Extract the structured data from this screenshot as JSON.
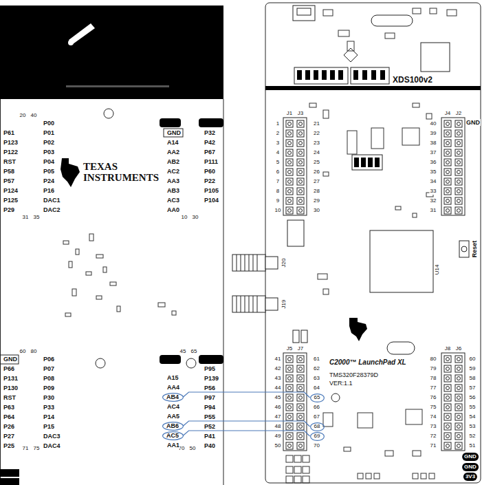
{
  "diagram": {
    "nodes": [
      {
        "text": [
          "AB4"
        ]
      },
      {
        "text": [
          "AB6"
        ]
      },
      {
        "text": [
          "AC5"
        ]
      },
      {
        "text": [
          "65"
        ]
      },
      {
        "text": [
          "68"
        ]
      },
      {
        "text": [
          "69"
        ]
      }
    ],
    "edges": [
      {
        "from": 0,
        "to": 3,
        "arrow": "none"
      },
      {
        "from": 1,
        "to": 4,
        "arrow": "none"
      },
      {
        "from": 2,
        "to": 5,
        "arrow": "none"
      }
    ],
    "labels": [
      "P61",
      "P123",
      "P122",
      "RST",
      "P58",
      "P57",
      "P124",
      "P125",
      "P29",
      "P00",
      "P01",
      "P02",
      "P03",
      "P04",
      "P05",
      "P24",
      "P16",
      "DAC1",
      "DAC2",
      "20",
      "40",
      "31",
      "35",
      "GND",
      "A14",
      "AA2",
      "AB2",
      "AC2",
      "AA3",
      "AB3",
      "AC3",
      "AA0",
      "P32",
      "P42",
      "P67",
      "P111",
      "P60",
      "P22",
      "P105",
      "P104",
      "10",
      "30",
      "TEXAS INSTRUMENTS",
      "GND",
      "P66",
      "P131",
      "P130",
      "RST",
      "P63",
      "P64",
      "P26",
      "P27",
      "P25",
      "P06",
      "P07",
      "P08",
      "P09",
      "P30",
      "P33",
      "P14",
      "P15",
      "DAC3",
      "DAC4",
      "60",
      "80",
      "71",
      "75",
      "45",
      "65",
      "70",
      "50",
      "A15",
      "AA4",
      "AC4",
      "AA5",
      "AA1",
      "P95",
      "P139",
      "P56",
      "P97",
      "P94",
      "P55",
      "P52",
      "P41",
      "P40",
      "XDS100v2",
      "1",
      "2",
      "3",
      "4",
      "5",
      "6",
      "7",
      "8",
      "9",
      "10",
      "21",
      "22",
      "23",
      "24",
      "25",
      "26",
      "27",
      "28",
      "29",
      "30",
      "40",
      "39",
      "38",
      "37",
      "36",
      "35",
      "34",
      "33",
      "32",
      "31",
      "GND",
      "J1",
      "J3",
      "J4",
      "J2",
      "41",
      "42",
      "43",
      "44",
      "45",
      "46",
      "47",
      "48",
      "49",
      "50",
      "61",
      "62",
      "63",
      "64",
      "66",
      "67",
      "70",
      "80",
      "79",
      "78",
      "77",
      "76",
      "75",
      "74",
      "73",
      "72",
      "71",
      "60",
      "59",
      "58",
      "57",
      "56",
      "55",
      "54",
      "53",
      "52",
      "51",
      "J5",
      "J7",
      "J8",
      "J6",
      "Reset",
      "C2000™ LaunchPad XL",
      "TMS320F28379D",
      "VER:1.1",
      "J20",
      "J19",
      "U14",
      "GND",
      "GND",
      "3V3"
    ]
  }
}
